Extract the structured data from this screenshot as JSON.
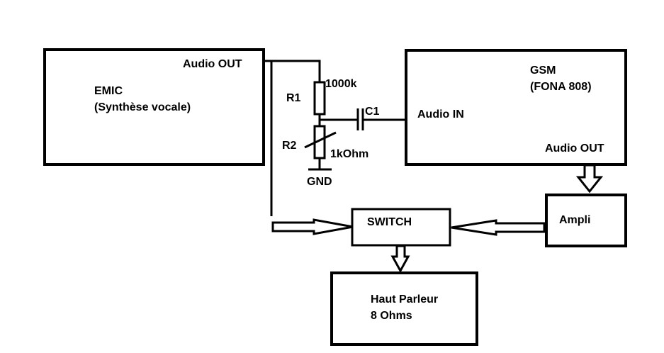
{
  "blocks": {
    "emic": {
      "title": "EMIC",
      "subtitle": "(Synthèse vocale)",
      "port_out": "Audio OUT"
    },
    "gsm": {
      "title": "GSM",
      "subtitle": "(FONA 808)",
      "port_in": "Audio IN",
      "port_out": "Audio OUT"
    },
    "switch": {
      "title": "SWITCH"
    },
    "ampli": {
      "title": "Ampli"
    },
    "speaker": {
      "title": "Haut Parleur",
      "subtitle": "8 Ohms"
    }
  },
  "components": {
    "r1": {
      "name": "R1",
      "value": "1000k"
    },
    "r2": {
      "name": "R2",
      "value": "1kOhm"
    },
    "c1": {
      "name": "C1"
    },
    "gnd": {
      "name": "GND"
    }
  }
}
